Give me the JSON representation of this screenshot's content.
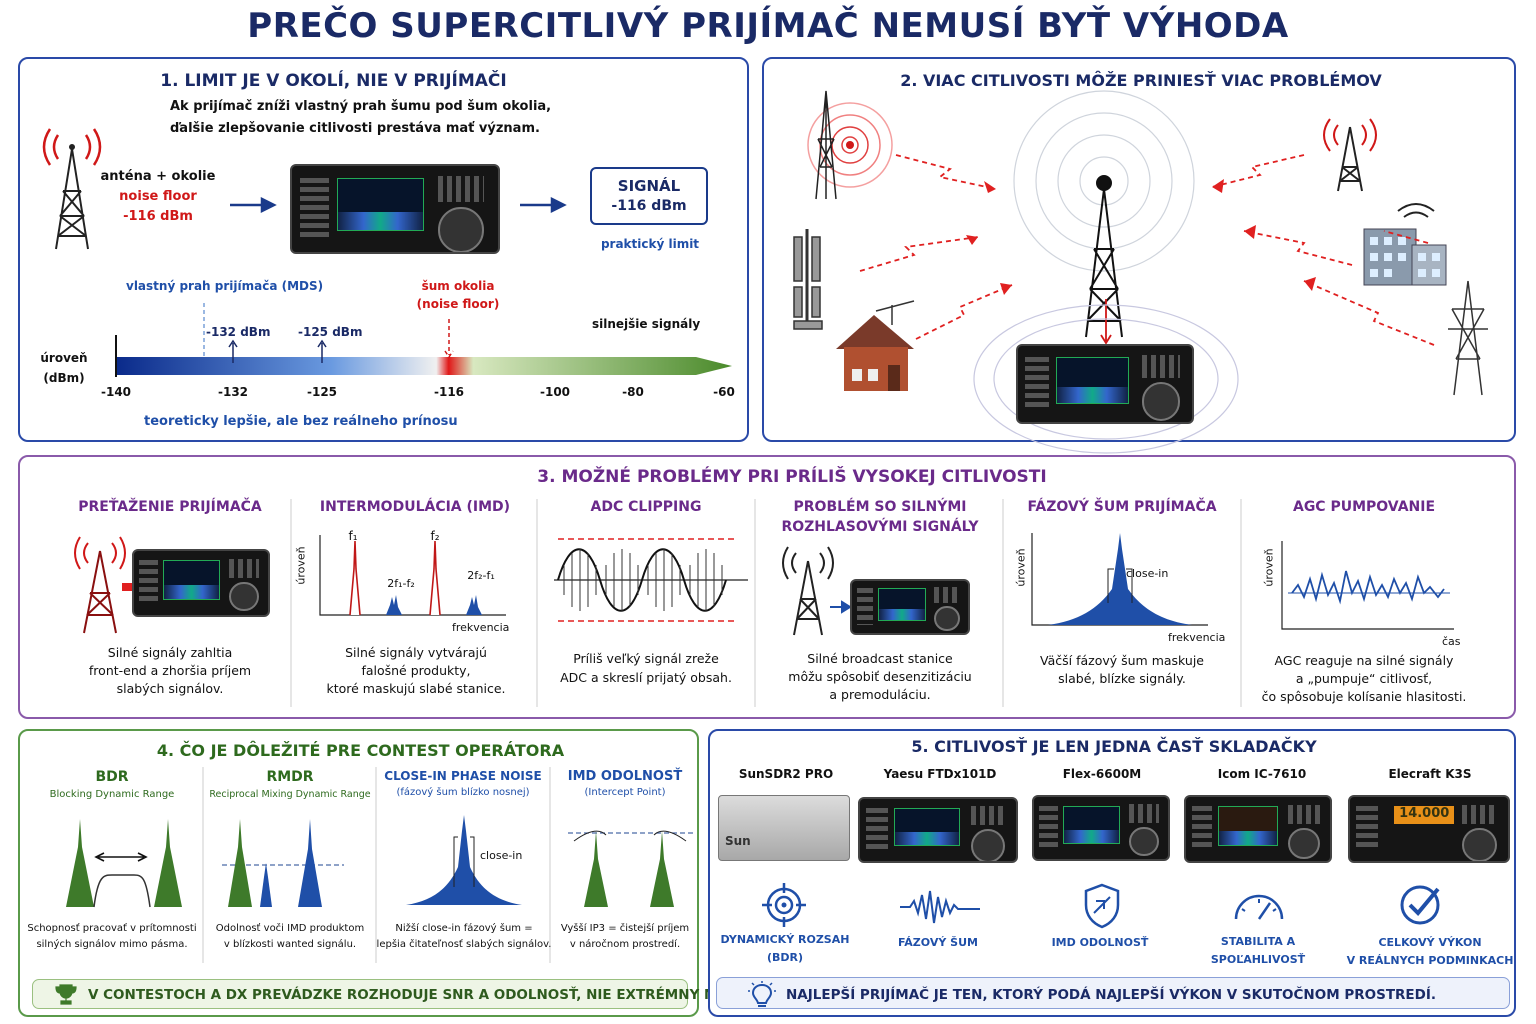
{
  "title": "PREČO SUPERCITLIVÝ PRIJÍMAČ NEMUSÍ BYŤ VÝHODA",
  "p1": {
    "heading": "1. LIMIT JE V OKOLÍ, NIE V PRIJÍMAČI",
    "desc1": "Ak prijímač zníži vlastný prah šumu pod šum okolia,",
    "desc2": "ďalšie zlepšovanie citlivosti prestáva mať význam.",
    "ant1": "anténa + okolie",
    "ant2": "noise floor",
    "ant3": "-116 dBm",
    "sig1": "SIGNÁL",
    "sig2": "-116 dBm",
    "limit": "praktický limit",
    "mds": "vlastný prah prijímača (MDS)",
    "sum1": "šum okolia",
    "sum2": "(noise floor)",
    "m132": "-132 dBm",
    "m125": "-125 dBm",
    "stronger": "silnejšie signály",
    "lvl1": "úroveň",
    "lvl2": "(dBm)",
    "ticks": [
      "-140",
      "-132",
      "-125",
      "-116",
      "-100",
      "-80",
      "-60"
    ],
    "bottom": "teoreticky lepšie, ale bez reálneho prínosu"
  },
  "p2": {
    "heading": "2. VIAC CITLIVOSTI MÔŽE PRINIESŤ VIAC PROBLÉMOV"
  },
  "p3": {
    "heading": "3. MOŽNÉ PROBLÉMY PRI PRÍLIŠ VYSOKEJ CITLIVOSTI",
    "c1": {
      "h": "PREŤAŽENIE PRIJÍMAČA",
      "d1": "Silné signály zahltia",
      "d2": "front-end a zhoršia príjem",
      "d3": "slabých signálov."
    },
    "c2": {
      "h": "INTERMODULÁCIA (IMD)",
      "f1": "f₁",
      "f2": "f₂",
      "l1": "2f₁-f₂",
      "l2": "2f₂-f₁",
      "y": "úroveň",
      "x": "frekvencia",
      "d1": "Silné signály vytvárajú",
      "d2": "falošné produkty,",
      "d3": "ktoré maskujú slabé stanice."
    },
    "c3": {
      "h": "ADC CLIPPING",
      "d1": "Príliš veľký signál zreže",
      "d2": "ADC a skreslí prijatý obsah."
    },
    "c4": {
      "h1": "PROBLÉM SO SILNÝMI",
      "h2": "ROZHLASOVÝMI SIGNÁLY",
      "d1": "Silné broadcast stanice",
      "d2": "môžu spôsobiť desenzitizáciu",
      "d3": "a premoduláciu."
    },
    "c5": {
      "h": "FÁZOVÝ ŠUM PRIJÍMAČA",
      "y": "úroveň",
      "x": "frekvencia",
      "ci": "close-in",
      "d1": "Väčší fázový šum maskuje",
      "d2": "slabé, blízke signály."
    },
    "c6": {
      "h": "AGC PUMPOVANIE",
      "y": "úroveň",
      "x": "čas",
      "d1": "AGC reaguje na silné signály",
      "d2": "a „pumpuje“ citlivosť,",
      "d3": "čo spôsobuje kolísanie hlasitosti."
    }
  },
  "p4": {
    "heading": "4. ČO JE DÔLEŽITÉ PRE CONTEST OPERÁTORA",
    "c1": {
      "h": "BDR",
      "s": "Blocking Dynamic Range",
      "d1": "Schopnosť pracovať v prítomnosti",
      "d2": "silných signálov mimo pásma."
    },
    "c2": {
      "h": "RMDR",
      "s": "Reciprocal Mixing Dynamic Range",
      "d1": "Odolnosť voči IMD produktom",
      "d2": "v blízkosti wanted signálu."
    },
    "c3": {
      "h": "CLOSE-IN PHASE NOISE",
      "s": "(fázový šum blízko nosnej)",
      "ci": "close-in",
      "d1": "Nižší close-in fázový šum =",
      "d2": "lepšia čitateľnosť slabých signálov."
    },
    "c4": {
      "h": "IMD ODOLNOSŤ",
      "s": "(Intercept Point)",
      "d1": "Vyšší IP3 = čistejší príjem",
      "d2": "v náročnom prostredí."
    },
    "footer": "V CONTESTOCH A DX PREVÁDZKE ROZHODUJE SNR A ODOLNOSŤ, NIE EXTRÉMNY MDS."
  },
  "p5": {
    "heading": "5. CITLIVOSŤ JE LEN JEDNA ČASŤ SKLADAČKY",
    "radios": [
      "SunSDR2 PRO",
      "Yaesu FTDx101D",
      "Flex-6600M",
      "Icom IC-7610",
      "Elecraft K3S"
    ],
    "sun_logo": "Sun",
    "k3_display": "14.000",
    "f1a": "DYNAMICKÝ ROZSAH",
    "f1b": "(BDR)",
    "f2": "FÁZOVÝ ŠUM",
    "f3": "IMD ODOLNOSŤ",
    "f4a": "STABILITA A",
    "f4b": "SPOĽAHLIVOSŤ",
    "f5a": "CELKOVÝ VÝKON",
    "f5b": "V REÁLNYCH PODMINKACH",
    "footer": "NAJLEPŠÍ PRIJÍMAČ JE TEN, KTORÝ PODÁ NAJLEPŠÍ VÝKON V SKUTOČNOM PROSTREDÍ."
  },
  "colors": {
    "navy": "#1a2a66",
    "blue": "#1f4fa8",
    "red": "#d01818",
    "purple": "#6a2a8a",
    "green": "#2e6a1e"
  }
}
